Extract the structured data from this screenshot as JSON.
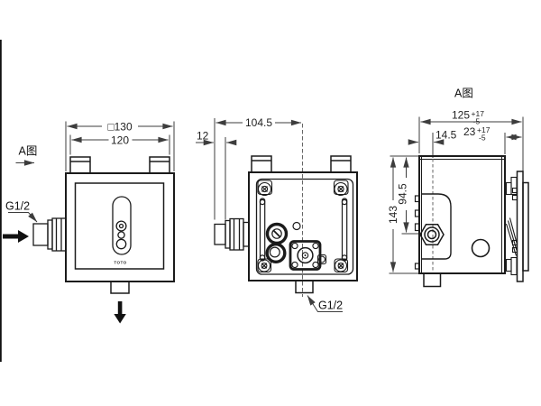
{
  "colors": {
    "line": "#1b1b1b",
    "dimension": "#3d3d3d",
    "centerline": "#666666",
    "background": "#ffffff"
  },
  "views": {
    "front": {
      "view_label": "A图",
      "dim_width_outer": "□130",
      "dim_width_mount": "120",
      "inlet_label": "G1/2",
      "logo": "TOTO"
    },
    "back": {
      "dim_inlet_to_center": "104.5",
      "dim_inlet_offset": "12",
      "outlet_label": "G1/2"
    },
    "side": {
      "title": "A图",
      "dim_depth": {
        "value": "125",
        "plus": "+17",
        "minus": "-5"
      },
      "dim_cover": {
        "value": "23",
        "plus": "+17",
        "minus": "-5"
      },
      "dim_inset": "14.5",
      "dim_inlet_height": "94.5",
      "dim_total_height": "143"
    }
  }
}
